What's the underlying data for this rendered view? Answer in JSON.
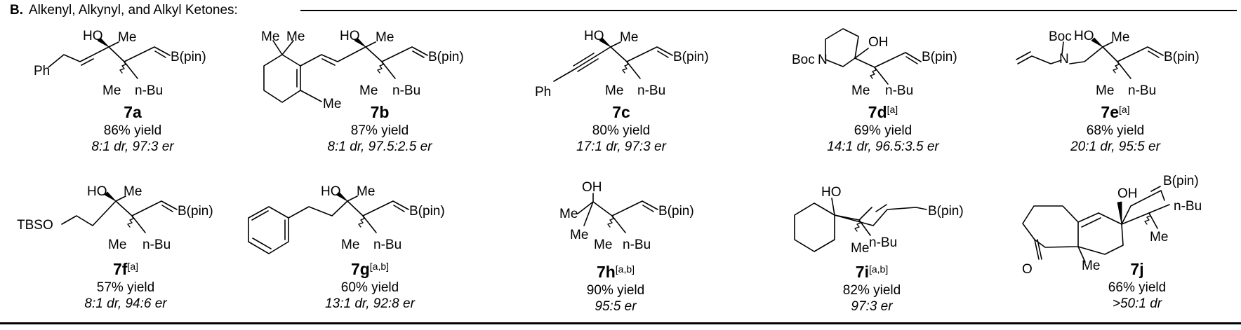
{
  "section": {
    "letter": "B.",
    "title": "Alkenyl, Alkynyl, and Alkyl Ketones:"
  },
  "labels": {
    "ho": "HO",
    "oh": "OH",
    "me": "Me",
    "nbu": "n-Bu",
    "bpin": "B(pin)",
    "ph": "Ph",
    "n": "N",
    "boc": "Boc",
    "tbso": "TBSO",
    "o": "O"
  },
  "compounds": [
    {
      "id": "7a",
      "note": "",
      "yield": "86% yield",
      "selectivity": "8:1 dr, 97:3 er"
    },
    {
      "id": "7b",
      "note": "",
      "yield": "87% yield",
      "selectivity": "8:1 dr, 97.5:2.5 er"
    },
    {
      "id": "7c",
      "note": "",
      "yield": "80% yield",
      "selectivity": "17:1 dr, 97:3 er"
    },
    {
      "id": "7d",
      "note": "[a]",
      "yield": "69% yield",
      "selectivity": "14:1 dr, 96.5:3.5 er"
    },
    {
      "id": "7e",
      "note": "[a]",
      "yield": "68% yield",
      "selectivity": "20:1 dr, 95:5 er"
    },
    {
      "id": "7f",
      "note": "[a]",
      "yield": "57% yield",
      "selectivity": "8:1 dr, 94:6 er"
    },
    {
      "id": "7g",
      "note": "[a,b]",
      "yield": "60% yield",
      "selectivity": "13:1 dr, 92:8 er"
    },
    {
      "id": "7h",
      "note": "[a,b]",
      "yield": "90% yield",
      "selectivity": "95:5 er"
    },
    {
      "id": "7i",
      "note": "[a,b]",
      "yield": "82% yield",
      "selectivity": "97:3 er"
    },
    {
      "id": "7j",
      "note": "",
      "yield": "66% yield",
      "selectivity": ">50:1 dr"
    }
  ]
}
